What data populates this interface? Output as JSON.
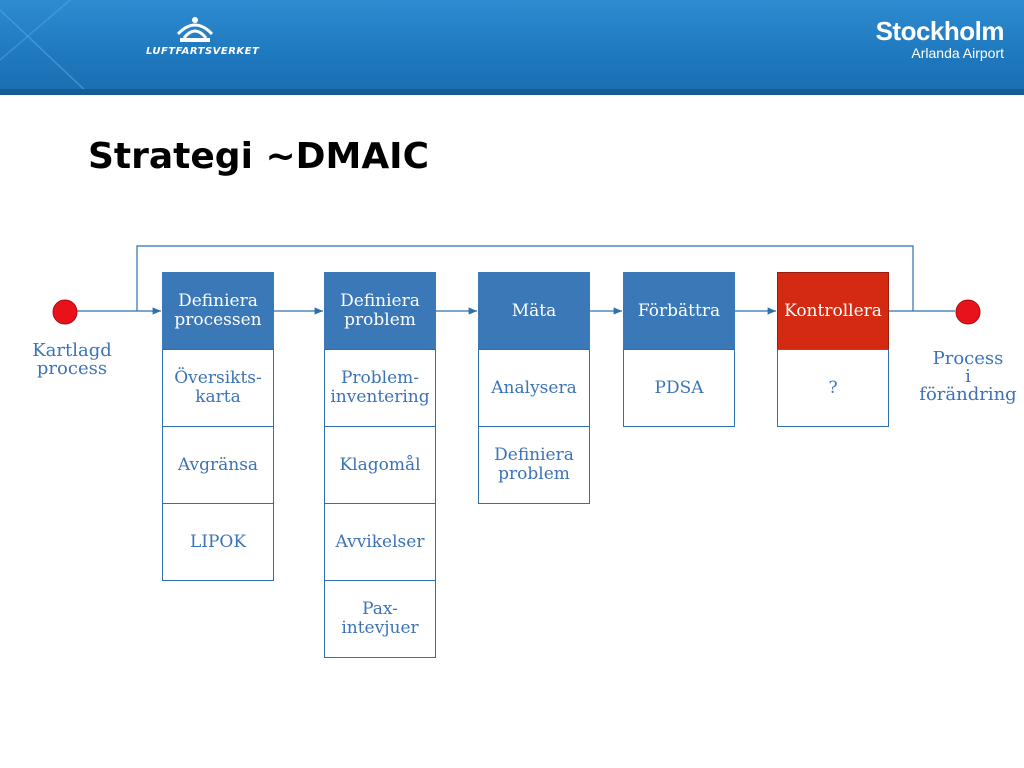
{
  "header": {
    "left_logo_text": "LUFTFARTSVERKET",
    "right_logo_big": "Stockholm",
    "right_logo_small": "Arlanda Airport"
  },
  "title": "Strategi ~DMAIC",
  "start_label": "Kartlagd\nprocess",
  "end_label": "Process\ni\nförändring",
  "columns": [
    {
      "header": "Definiera\nprocessen",
      "items": [
        "Översikts-\nkarta",
        "Avgränsa",
        "LIPOK"
      ]
    },
    {
      "header": "Definiera\nproblem",
      "items": [
        "Problem-\ninventering",
        "Klagomål",
        "Avvikelser",
        "Pax-\nintevjuer"
      ]
    },
    {
      "header": "Mäta",
      "items": [
        "Analysera",
        "Definiera\nproblem"
      ]
    },
    {
      "header": "Förbättra",
      "items": [
        "PDSA"
      ]
    },
    {
      "header": "Kontrollera",
      "items": [
        "?"
      ]
    }
  ],
  "colors": {
    "header_blue": "#3a78b8",
    "control_red": "#d42a12",
    "line_blue": "#2e6fad",
    "text_blue": "#3c73b6",
    "circle_red": "#e8131a"
  }
}
